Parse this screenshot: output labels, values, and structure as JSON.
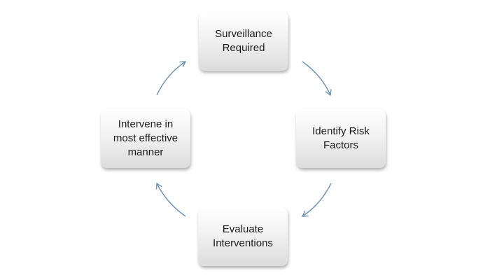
{
  "diagram": {
    "type": "cycle",
    "nodes": [
      {
        "id": "top",
        "label": "Surveillance\nRequired"
      },
      {
        "id": "right",
        "label": "Identify Risk\nFactors"
      },
      {
        "id": "bottom",
        "label": "Evaluate\nInterventions"
      },
      {
        "id": "left",
        "label": "Intervene in\nmost effective\nmanner"
      }
    ],
    "edges": [
      {
        "from": "top",
        "to": "right"
      },
      {
        "from": "right",
        "to": "bottom"
      },
      {
        "from": "bottom",
        "to": "left"
      },
      {
        "from": "left",
        "to": "top"
      }
    ],
    "colors": {
      "arrow": "#6f93b7",
      "node_fill_top": "#ffffff",
      "node_fill_bottom": "#dcdcdc",
      "text": "#1a1a1a"
    }
  }
}
